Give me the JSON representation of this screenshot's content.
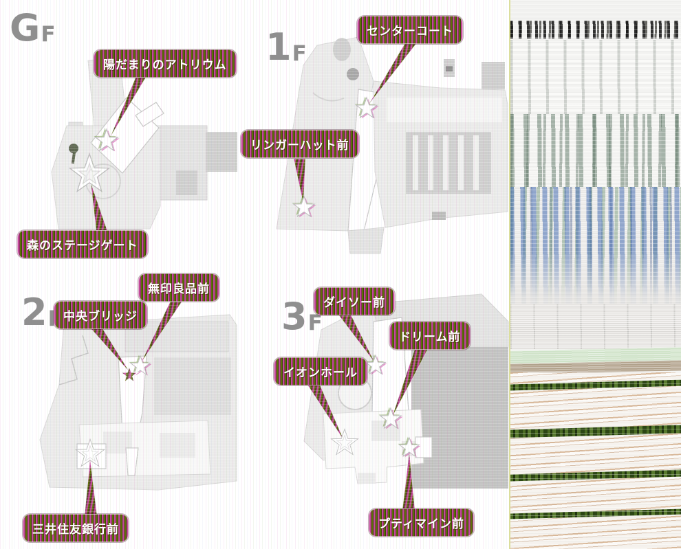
{
  "floors": [
    {
      "name": "GF",
      "big": "G",
      "small": "F",
      "locations": [
        "陽だまりのアトリウム",
        "森のステージゲート"
      ]
    },
    {
      "name": "1F",
      "big": "1",
      "small": "F",
      "locations": [
        "センターコート",
        "リンガーハット前"
      ]
    },
    {
      "name": "2F",
      "big": "2",
      "small": "F",
      "locations": [
        "無印良品前",
        "中央ブリッジ",
        "三井住友銀行前"
      ]
    },
    {
      "name": "3F",
      "big": "3",
      "small": "F",
      "locations": [
        "ダイソー前",
        "ドリーム前",
        "イオンホール",
        "プティマイン前"
      ]
    }
  ],
  "colors": {
    "label_stripe_pink": "#c2499a",
    "label_stripe_dark_pink": "#8a2f5f",
    "label_stripe_olive": "#5d7008",
    "label_stripe_dark_olive": "#3c4a05",
    "label_text": "#ffffff",
    "floor_mark_gray": "#8f8f8f",
    "map_light_gray": "#ebebea",
    "map_dark_gray": "#c3c3c2",
    "glitch_blue_dash": "#466eb4",
    "glitch_green_band": "#2c4614",
    "glitch_tan_stripe": "#c68e5a"
  }
}
